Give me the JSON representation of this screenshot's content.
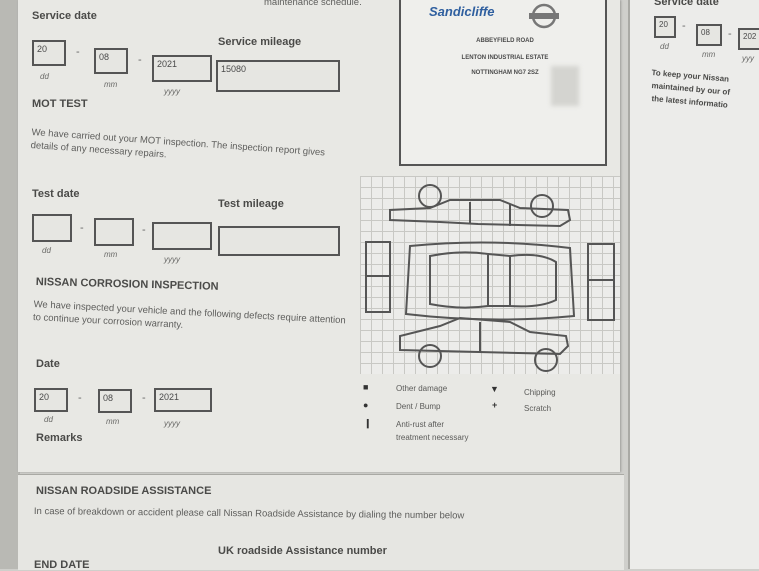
{
  "service": {
    "top_text": "maintenance schedule.",
    "date_heading": "Service date",
    "mileage_heading": "Service mileage",
    "date": {
      "dd": "20",
      "mm": "08",
      "yyyy": "2021"
    },
    "mileage": "15080",
    "labels": {
      "dd": "dd",
      "mm": "mm",
      "yyyy": "yyyy"
    }
  },
  "mot": {
    "title": "MOT TEST",
    "text": "We have carried out your MOT inspection. The inspection report gives details of any necessary repairs.",
    "date_heading": "Test date",
    "mileage_heading": "Test mileage",
    "date": {
      "dd": "",
      "mm": "",
      "yyyy": ""
    },
    "mileage": ""
  },
  "corrosion": {
    "title": "NISSAN CORROSION INSPECTION",
    "text": "We have inspected your vehicle and the following defects require attention to continue your corrosion warranty.",
    "date_heading": "Date",
    "date": {
      "dd": "20",
      "mm": "08",
      "yyyy": "2021"
    },
    "remarks_heading": "Remarks"
  },
  "dealer": {
    "name": "Sandicliffe",
    "address": [
      "ABBEYFIELD ROAD",
      "LENTON INDUSTRIAL ESTATE",
      "NOTTINGHAM    NG7 2SZ"
    ]
  },
  "legend": {
    "other_damage": "Other damage",
    "dent_bump": "Dent / Bump",
    "anti_rust": "Anti-rust after treatment necessary",
    "chipping": "Chipping",
    "scratch": "Scratch",
    "sym_square": "■",
    "sym_dot": "●",
    "sym_bar": "❙",
    "sym_tri": "▼",
    "sym_plus": "+"
  },
  "roadside": {
    "title": "NISSAN ROADSIDE ASSISTANCE",
    "text": "In case of breakdown or accident please call Nissan Roadside Assistance by dialing the number below",
    "end_date_heading": "END DATE",
    "uk_number_heading": "UK roadside Assistance number"
  },
  "next_page": {
    "date_heading": "Service date",
    "date": {
      "dd": "20",
      "mm": "08",
      "yyyy": "202"
    },
    "labels": {
      "dd": "dd",
      "mm": "mm",
      "yyyy": "yyy"
    },
    "text_lines": [
      "To keep your Nissan",
      "maintained by our of",
      "the latest informatio"
    ]
  },
  "colors": {
    "paper": "#e8e8e4",
    "ink": "#555555",
    "brand_blue": "#2f5f9f"
  },
  "icons": [
    "nissan-logo-icon",
    "car-damage-diagram-icon"
  ]
}
